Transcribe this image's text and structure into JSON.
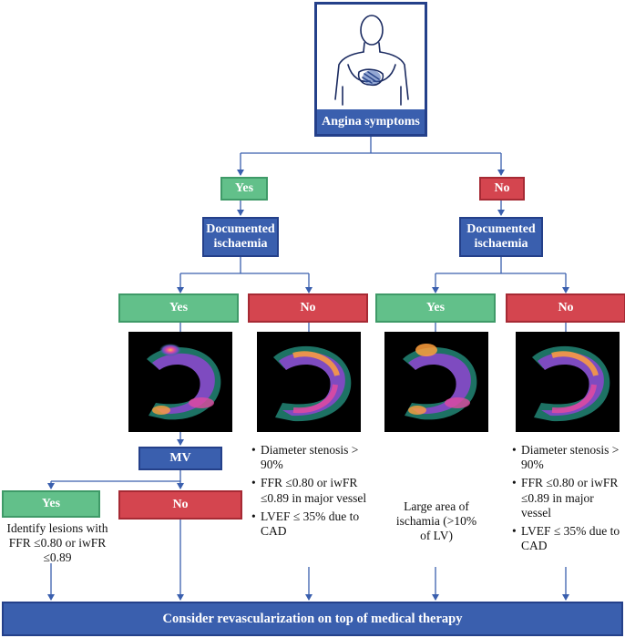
{
  "top": {
    "label": "Angina symptoms"
  },
  "left_branch": {
    "answer": "Yes",
    "test": "Documented ischaemia",
    "yes": "Yes",
    "no": "No",
    "mv": "MV",
    "mv_yes": "Yes",
    "mv_no": "No",
    "mv_yes_text": "Identify lesions with FFR ≤0.80 or iwFR ≤0.89",
    "no_criteria": [
      "Diameter stenosis > 90%",
      "FFR ≤0.80 or iwFR ≤0.89 in major vessel",
      "LVEF ≤ 35% due to CAD"
    ]
  },
  "right_branch": {
    "answer": "No",
    "test": "Documented ischaemia",
    "yes": "Yes",
    "no": "No",
    "yes_text": "Large area of ischamia (>10% of LV)",
    "no_criteria": [
      "Diameter stenosis > 90%",
      "FFR ≤0.80 or iwFR ≤0.89 in major vessel",
      "LVEF ≤ 35% due to CAD"
    ]
  },
  "bottom": {
    "label": "Consider revascularization on top of medical therapy"
  },
  "colors": {
    "blue": "#3a5fae",
    "green": "#62c08a",
    "red": "#d4454f",
    "line": "#3a5fae"
  }
}
